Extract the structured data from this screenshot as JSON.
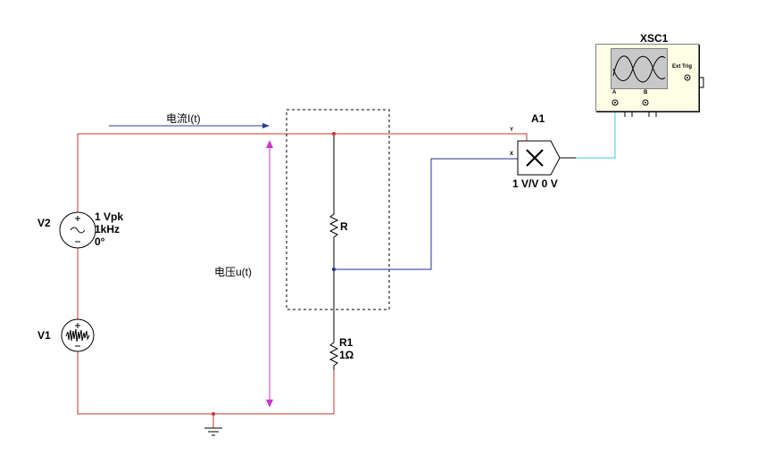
{
  "components": {
    "v2": {
      "name": "V2",
      "amplitude": "1 Vpk",
      "frequency": "1kHz",
      "phase": "0°"
    },
    "v1": {
      "name": "V1"
    },
    "r": {
      "name": "R"
    },
    "r1": {
      "name": "R1",
      "value": "1Ω"
    },
    "a1": {
      "name": "A1",
      "params": "1 V/V 0 V",
      "pin_y": "Y",
      "pin_x": "X"
    },
    "xsc1": {
      "name": "XSC1",
      "ext_trig": "Ext Trig",
      "channel_a": "A",
      "channel_b": "B"
    }
  },
  "annotations": {
    "current": "电流I(t)",
    "voltage": "电压u(t)"
  },
  "colors": {
    "wire_red": "#cc3333",
    "wire_blue": "#1f2f9a",
    "wire_cyan": "#40c8d8",
    "arrow_magenta": "#cc33cc",
    "arrow_blue": "#2a3a9a"
  }
}
